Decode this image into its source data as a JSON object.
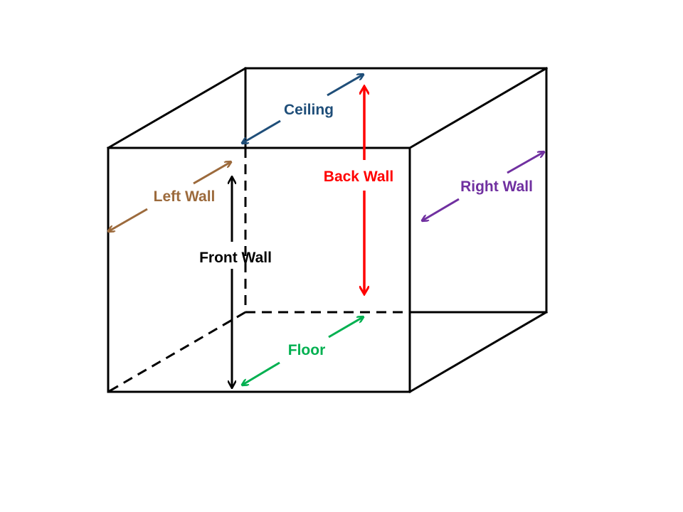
{
  "colors": {
    "edge": "#000000",
    "ceiling": "#1f4e79",
    "back_wall": "#ff0000",
    "left_wall": "#9c6a3c",
    "right_wall": "#7030a0",
    "front_wall": "#000000",
    "floor": "#00b050"
  },
  "labels": {
    "ceiling": "Ceiling",
    "back_wall": "Back Wall",
    "left_wall": "Left Wall",
    "right_wall": "Right Wall",
    "front_wall": "Front Wall",
    "floor": "Floor"
  }
}
